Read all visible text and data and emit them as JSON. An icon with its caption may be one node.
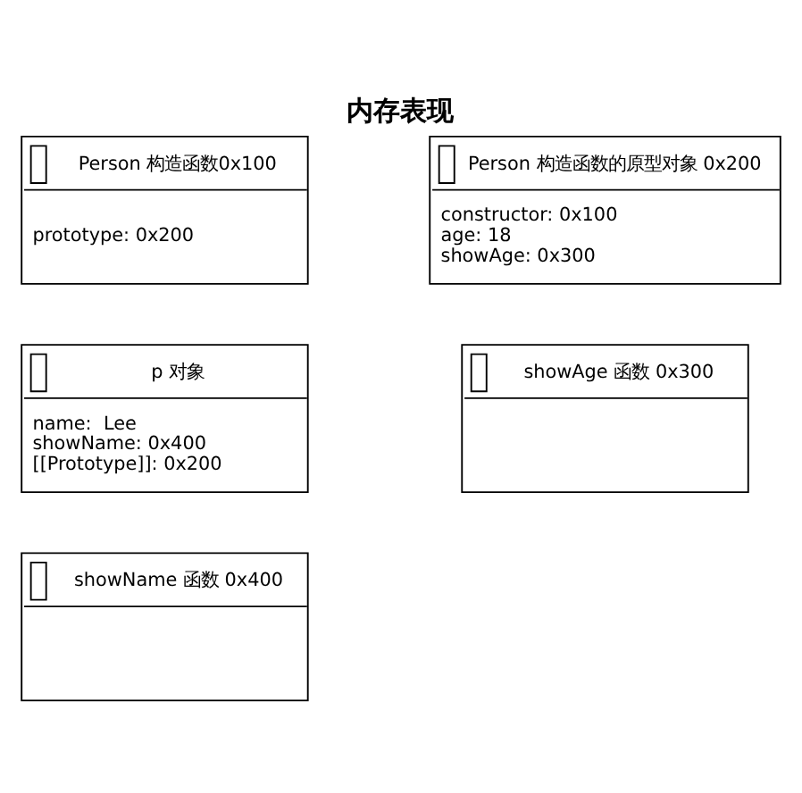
{
  "diagram": {
    "title": "内存表现",
    "nodes": [
      {
        "text": [
          "Person 构造函数0x100",
          "prototype: 0x200"
        ]
      },
      {
        "text": [
          "Person 构造函数的原型对象 0x200",
          "constructor: 0x100",
          "age: 18",
          "showAge: 0x300"
        ]
      },
      {
        "text": [
          "p 对象",
          "name:  Lee",
          "showName: 0x400",
          "[[Prototype]]: 0x200"
        ]
      },
      {
        "text": [
          "showAge 函数 0x300"
        ]
      },
      {
        "text": [
          "showName 函数 0x400"
        ]
      }
    ],
    "edges": []
  }
}
